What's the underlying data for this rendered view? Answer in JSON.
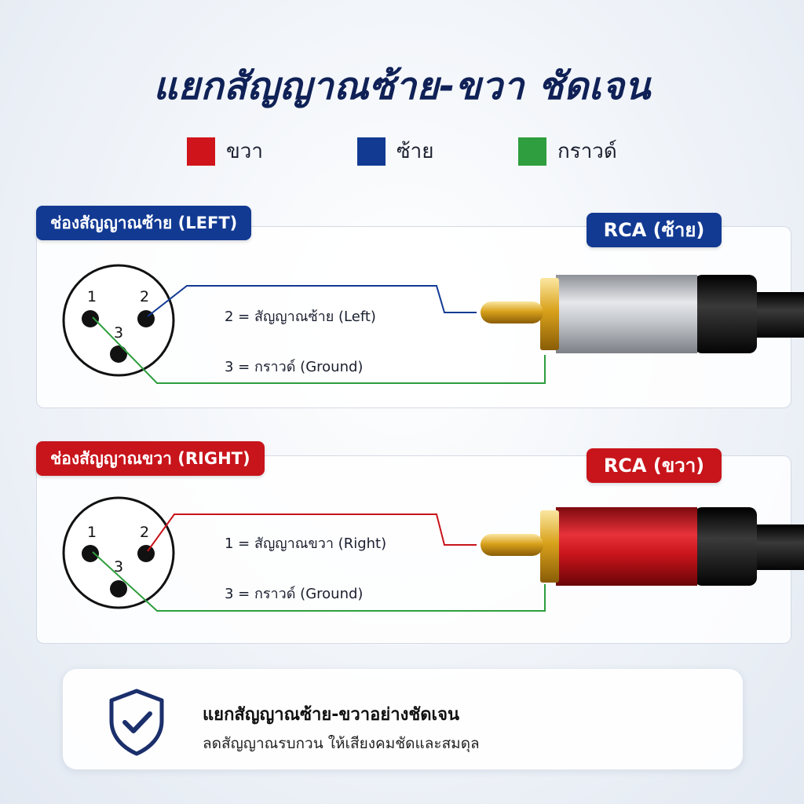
{
  "title": "แยกสัญญาณซ้าย-ขวา ชัดเจน",
  "legend": [
    {
      "label": "ขวา",
      "color": "#d0141b"
    },
    {
      "label": "ซ้าย",
      "color": "#123a93"
    },
    {
      "label": "กราวด์",
      "color": "#2e9e3e"
    }
  ],
  "left_section": {
    "tag": "ช่องสัญญาณซ้าย (LEFT)",
    "rca_tag": "RCA (ซ้าย)",
    "pins": [
      "1",
      "2",
      "3"
    ],
    "line_signal": "2 = สัญญาณซ้าย (Left)",
    "line_ground": "3 = กราวด์ (Ground)"
  },
  "right_section": {
    "tag": "ช่องสัญญาณขวา (RIGHT)",
    "rca_tag": "RCA (ขวา)",
    "pins": [
      "1",
      "2",
      "3"
    ],
    "line_signal": "1 = สัญญาณขวา (Right)",
    "line_ground": "3 = กราวด์ (Ground)"
  },
  "colors": {
    "blue": "#123a93",
    "red": "#c8141b",
    "green": "#2e9e3e",
    "gold": "#d9a21c",
    "silver": "#b9bcc2"
  },
  "footer": {
    "icon": "shield-check-icon",
    "title": "แยกสัญญาณซ้าย-ขวาอย่างชัดเจน",
    "subtitle": "ลดสัญญาณรบกวน ให้เสียงคมชัดและสมดุล"
  }
}
